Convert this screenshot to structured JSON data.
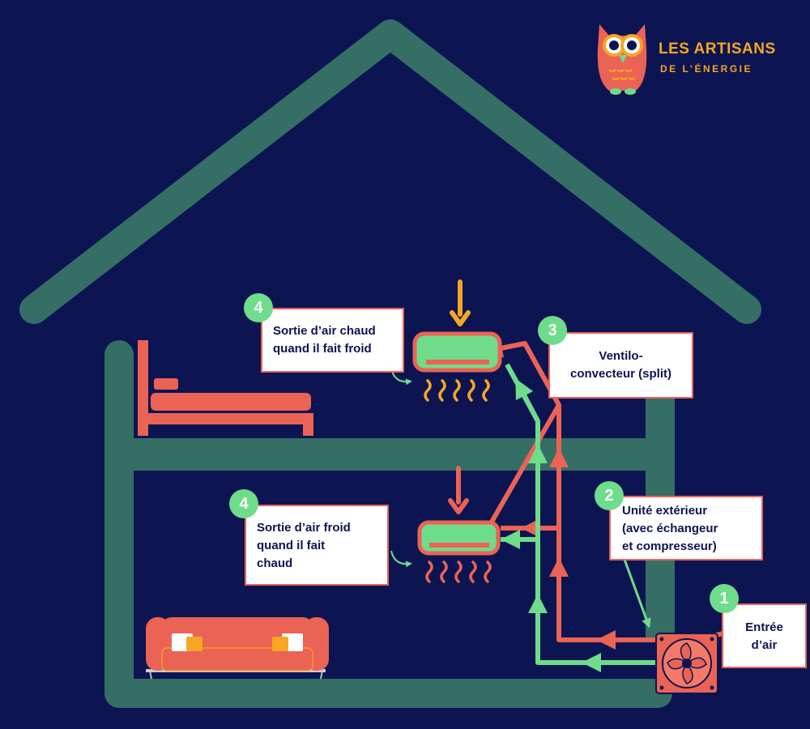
{
  "brand": {
    "line1": "LES ARTISANS",
    "line2": "DE L’ÉNERGIE"
  },
  "colors": {
    "background": "#0d1452",
    "house": "#346e64",
    "hot": "#ea6354",
    "cold": "#6fdc8c",
    "accent": "#f5a623"
  },
  "labels": {
    "warm_air": {
      "number": "4",
      "lines": [
        "Sortie d’air chaud",
        "quand il fait froid"
      ]
    },
    "cool_air": {
      "number": "4",
      "lines": [
        "Sortie d’air froid",
        "quand il fait",
        "chaud"
      ]
    },
    "fan_coil": {
      "number": "3",
      "lines": [
        "Ventilo-",
        "convecteur (split)"
      ]
    },
    "outdoor_unit": {
      "number": "2",
      "lines": [
        "Unité extérieur",
        "(avec échangeur",
        "et compresseur)"
      ]
    },
    "air_inlet": {
      "number": "1",
      "lines": [
        "Entrée",
        "d’air"
      ]
    }
  },
  "icons": [
    "owl-logo-icon",
    "bed-icon",
    "sofa-icon",
    "split-unit-icon",
    "outdoor-fan-icon",
    "heat-waves-icon",
    "down-arrow-icon"
  ]
}
